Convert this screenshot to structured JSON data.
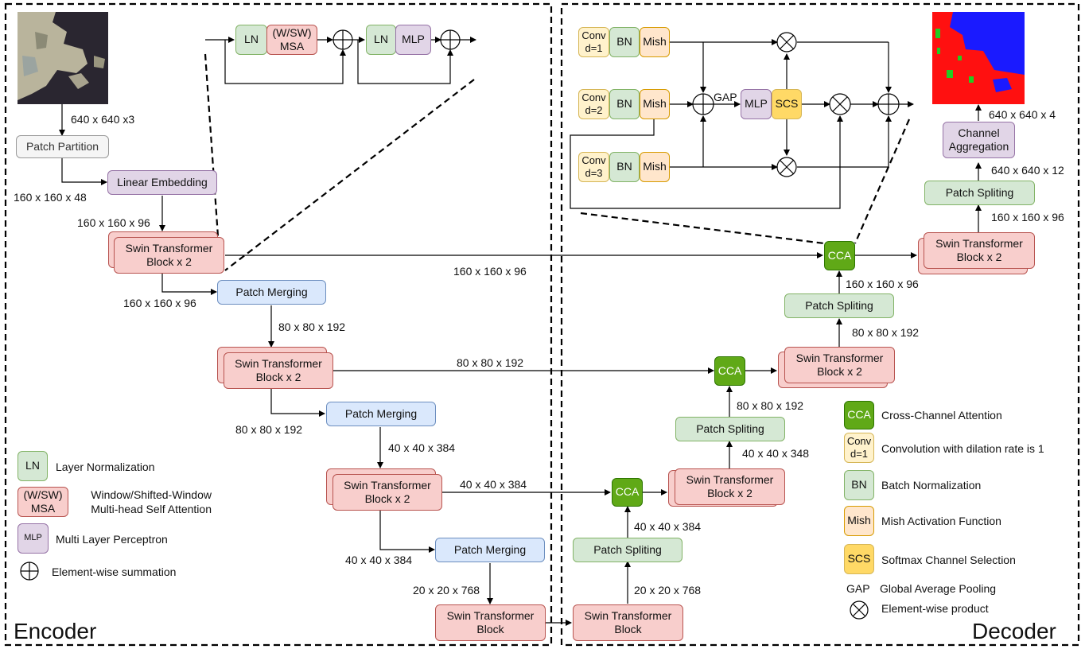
{
  "encoder": {
    "title": "Encoder",
    "patch_partition": "Patch Partition",
    "linear_embedding": "Linear Embedding",
    "swin_block_x2": "Swin Transformer Block x 2",
    "patch_merging": "Patch Merging",
    "swin_block": "Swin Transformer Block",
    "dims": {
      "input": "640 x 640 x3",
      "after_partition": "160 x 160 x 48",
      "after_embedding": "160 x 160 x 96",
      "stage1_out": "160 x 160 x 96",
      "skip1": "160 x 160 x 96",
      "merge1_out": "80 x 80 x 192",
      "skip2": "80 x 80 x 192",
      "stage2_out": "80 x 80 x 192",
      "merge2_out": "40 x 40 x 384",
      "skip3": "40 x 40 x 384",
      "stage3_out": "40 x 40 x 384",
      "merge3_out": "20 x 20 x 768"
    }
  },
  "swin_detail": {
    "ln": "LN",
    "msa": "(W/SW) MSA",
    "mlp": "MLP"
  },
  "decoder": {
    "title": "Decoder",
    "swin_block": "Swin Transformer Block",
    "swin_block_x2": "Swin Transformer Block x 2",
    "patch_spliting": "Patch Spliting",
    "cca": "CCA",
    "channel_aggregation": "Channel Aggregation",
    "dims": {
      "ps1_in": "20 x 20 x 768",
      "ps1_out": "40 x 40 x 384",
      "swin3_out": "40 x 40 x 348",
      "ps2_out": "80 x 80 x 192",
      "swin2_out": "80 x 80 x 192",
      "ps3_out": "160 x 160 x 96",
      "swin1_out": "160 x 160 x 96",
      "ps4_out": "640 x 640 x 12",
      "final": "640 x 640 x 4"
    }
  },
  "cca_detail": {
    "conv1": "Conv d=1",
    "conv2": "Conv d=2",
    "conv3": "Conv d=3",
    "bn": "BN",
    "mish": "Mish",
    "gap": "GAP",
    "mlp": "MLP",
    "scs": "SCS"
  },
  "legend_left": [
    {
      "symbol": "LN",
      "text": "Layer Normalization"
    },
    {
      "symbol": "(W/SW) MSA",
      "text": "Window/Shifted-Window Multi-head Self Attention"
    },
    {
      "symbol": "MLP",
      "text": "Multi Layer Perceptron"
    },
    {
      "symbol": "",
      "text": "Element-wise summation"
    }
  ],
  "legend_right": [
    {
      "symbol": "CCA",
      "text": "Cross-Channel Attention"
    },
    {
      "symbol": "Conv d=1",
      "text": "Convolution with dilation rate is 1"
    },
    {
      "symbol": "BN",
      "text": "Batch Normalization"
    },
    {
      "symbol": "Mish",
      "text": "Mish Activation Function"
    },
    {
      "symbol": "SCS",
      "text": "Softmax Channel Selection"
    },
    {
      "symbol": "GAP",
      "text": "Global Average Pooling"
    },
    {
      "symbol": "",
      "text": "Element-wise product"
    }
  ],
  "colors": {
    "swin": "#f8cecc",
    "layer_norm": "#d5e8d4",
    "mlp": "#e1d5e7",
    "patch_merging": "#dae8fc",
    "cca": "#60a917",
    "conv": "#fff2cc",
    "mish": "#ffe6cc",
    "scs": "#ffd966"
  }
}
